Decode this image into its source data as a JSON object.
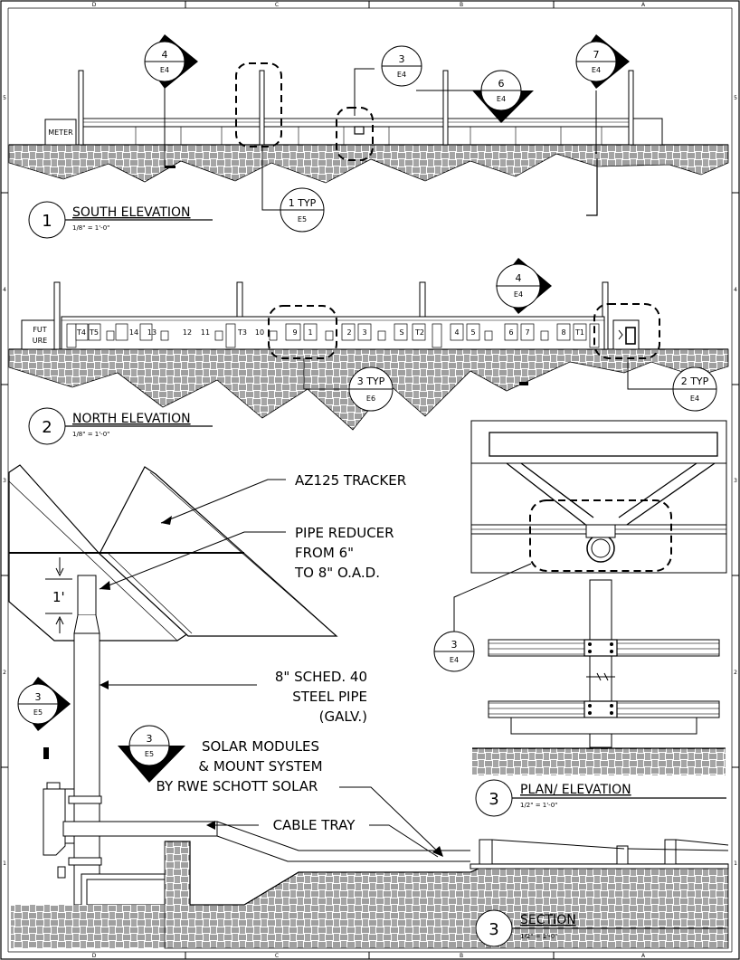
{
  "grid": {
    "top": [
      "D",
      "C",
      "B",
      "A"
    ],
    "bottom": [
      "D",
      "C",
      "B",
      "A"
    ],
    "left": [
      "5",
      "4",
      "3",
      "2",
      "1"
    ],
    "right": [
      "5",
      "4",
      "3",
      "2",
      "1"
    ]
  },
  "view1": {
    "number": "1",
    "title": "SOUTH ELEVATION",
    "scale": "1/8\" = 1'-0\""
  },
  "view2": {
    "number": "2",
    "title": "NORTH ELEVATION",
    "scale": "1/8\" = 1'-0\""
  },
  "view3a": {
    "number": "3",
    "title": "PLAN/ ELEVATION",
    "scale": "1/2\" = 1'-0\""
  },
  "view3b": {
    "number": "3",
    "title": "SECTION",
    "scale": "1/2\" = 1'-0\""
  },
  "south": {
    "meter_label": "METER",
    "callouts": [
      {
        "num": "4",
        "sheet": "E4"
      },
      {
        "num": "3",
        "sheet": "E4"
      },
      {
        "num": "6",
        "sheet": "E4"
      },
      {
        "num": "7",
        "sheet": "E4"
      },
      {
        "num": "1 TYP",
        "sheet": "E5"
      }
    ]
  },
  "north": {
    "future_label_1": "FUT",
    "future_label_2": "URE",
    "panels": [
      "T4",
      "T5",
      "14",
      "13",
      "12",
      "11",
      "T3",
      "10",
      "9",
      "1",
      "2",
      "3",
      "S",
      "T2",
      "4",
      "5",
      "6",
      "7",
      "8",
      "T1"
    ],
    "callouts": [
      {
        "num": "4",
        "sheet": "E4"
      },
      {
        "num": "3 TYP",
        "sheet": "E6"
      },
      {
        "num": "2 TYP",
        "sheet": "E4"
      }
    ]
  },
  "plan": {
    "callout": {
      "num": "3",
      "sheet": "E4"
    }
  },
  "section": {
    "notes": {
      "tracker": "AZ125 TRACKER",
      "reducer_1": "PIPE REDUCER",
      "reducer_2": "FROM 6\"",
      "reducer_3": "TO 8\" O.A.D.",
      "dim": "1'",
      "pipe_1": "8\" SCHED. 40",
      "pipe_2": "STEEL PIPE",
      "pipe_3": "(GALV.)",
      "modules_1": "SOLAR MODULES",
      "modules_2": "& MOUNT SYSTEM",
      "modules_3": "BY RWE SCHOTT SOLAR",
      "cable": "CABLE TRAY"
    },
    "callouts": [
      {
        "num": "3",
        "sheet": "E5"
      },
      {
        "num": "3",
        "sheet": "E5"
      }
    ]
  }
}
